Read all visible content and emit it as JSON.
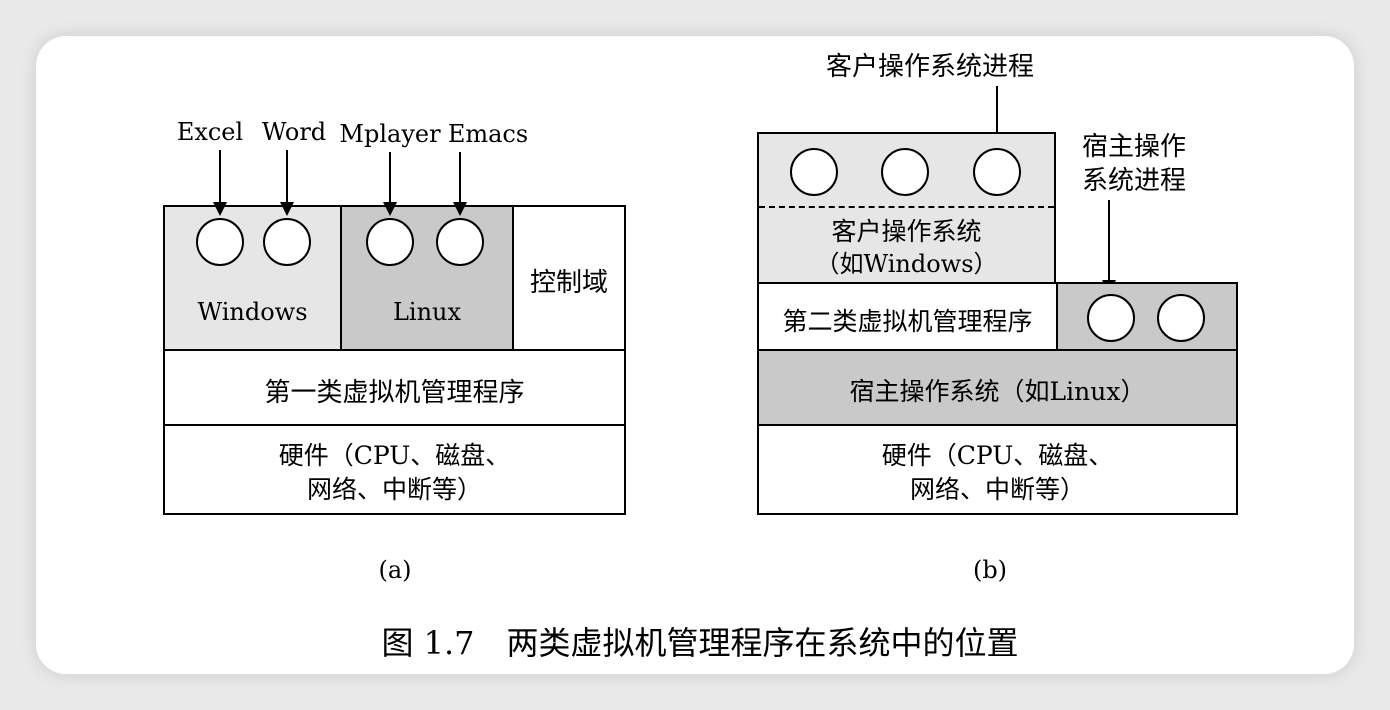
{
  "diagram_a": {
    "apps": [
      "Excel",
      "Word",
      "Mplayer",
      "Emacs"
    ],
    "guests": [
      "Windows",
      "Linux"
    ],
    "control_domain": "控制域",
    "hypervisor": "第一类虚拟机管理程序",
    "hardware_line1": "硬件（CPU、磁盘、",
    "hardware_line2": "网络、中断等）",
    "caption": "(a)"
  },
  "diagram_b": {
    "guest_process_label": "客户操作系统进程",
    "host_process_label_line1": "宿主操作",
    "host_process_label_line2": "系统进程",
    "guest_os_line1": "客户操作系统",
    "guest_os_line2": "（如Windows）",
    "hypervisor": "第二类虚拟机管理程序",
    "host_os": "宿主操作系统（如Linux）",
    "hardware_line1": "硬件（CPU、磁盘、",
    "hardware_line2": "网络、中断等）",
    "caption": "(b)"
  },
  "figure_caption": "图 1.7　两类虚拟机管理程序在系统中的位置"
}
